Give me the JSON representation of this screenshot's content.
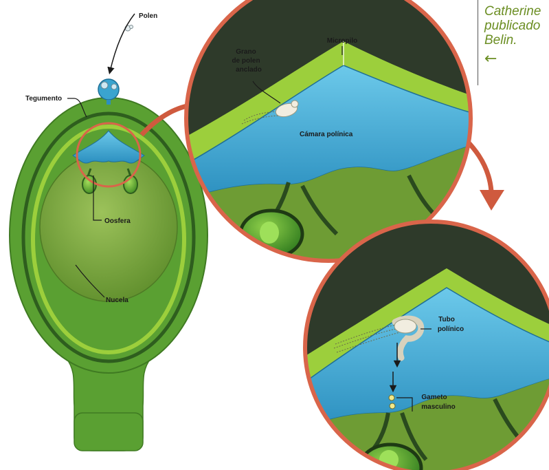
{
  "caption": {
    "lines": [
      "Catherine",
      "publicado",
      "Belin."
    ],
    "arrow_icon": "left-arrow-icon",
    "accent_color": "#6b8e23"
  },
  "labels": {
    "polen": "Polen",
    "tegumento": "Tegumento",
    "oosfera": "Oosfera",
    "nucela": "Nucela",
    "grano_line1": "Grano",
    "grano_line2": "de polen",
    "grano_line3": "anclado",
    "micropilo": "Micropilo",
    "camara": "Cámara polínica",
    "tubo_line1": "Tubo",
    "tubo_line2": "polínico",
    "gameto_line1": "Gameto",
    "gameto_line2": "masculino"
  },
  "colors": {
    "ovule_green": "#5aa032",
    "ovule_dark": "#2e5e1e",
    "light_green": "#9ccf3c",
    "nucellus": "#7aa83a",
    "chamber_blue": "#3aa4cf",
    "zoom_ring": "#d9654a",
    "arrow_red": "#cf5a3e"
  }
}
